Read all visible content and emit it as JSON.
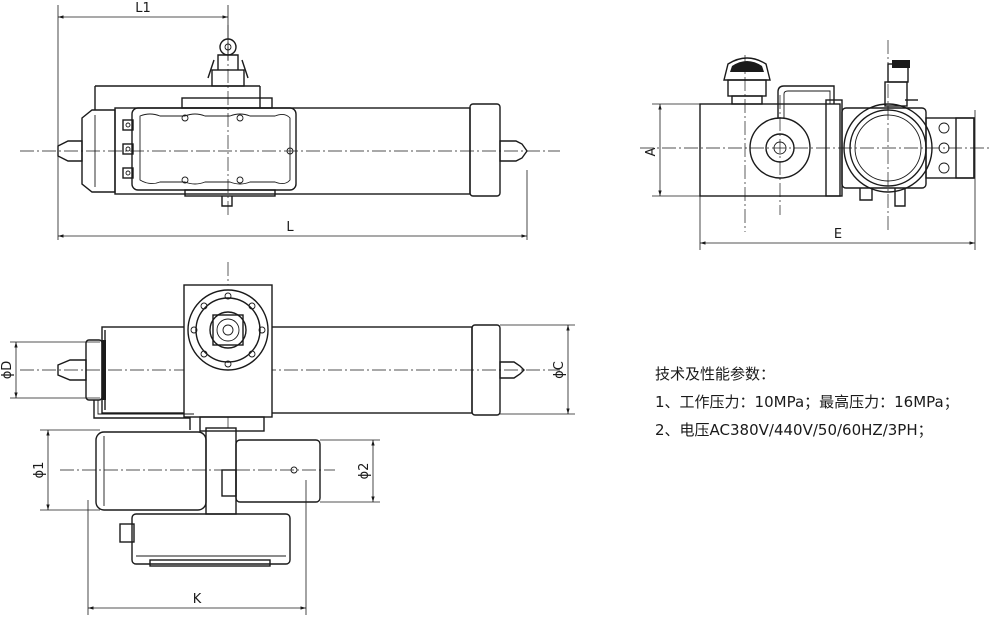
{
  "dimensions": {
    "L1": "L1",
    "L": "L",
    "A": "A",
    "E": "E",
    "phiD": "ϕD",
    "phiC": "ϕC",
    "phi1": "ϕ1",
    "phi2": "ϕ2",
    "K": "K"
  },
  "specs": {
    "title": "技术及性能参数：",
    "line1": "1、工作压力：10MPa；最高压力：16MPa；",
    "line2": "2、电压AC380V/440V/50/60HZ/3PH；"
  }
}
